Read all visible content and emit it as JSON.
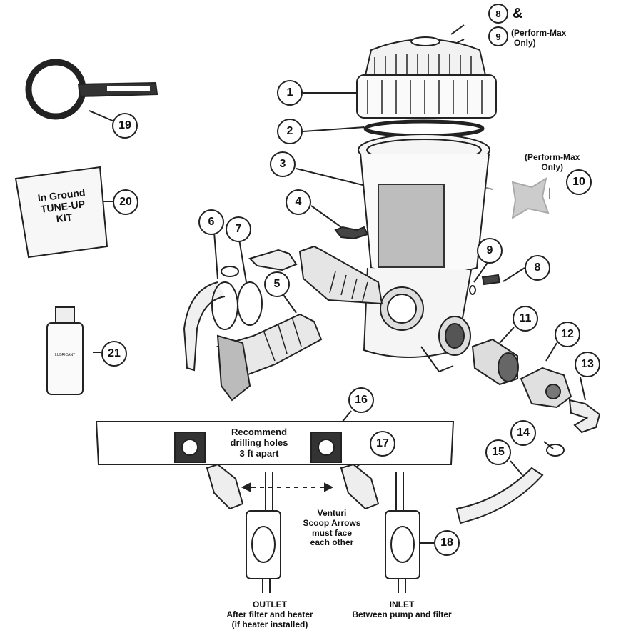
{
  "callouts": [
    "1",
    "2",
    "3",
    "4",
    "5",
    "6",
    "7",
    "8",
    "9",
    "10",
    "11",
    "12",
    "13",
    "14",
    "15",
    "16",
    "17",
    "18",
    "19",
    "20",
    "21"
  ],
  "top_note": {
    "amp": "&",
    "line1": "(Perform-Max",
    "line2": "Only)"
  },
  "part10_note": {
    "line1": "(Perform-Max",
    "line2": "Only)"
  },
  "kit": {
    "line1": "In Ground",
    "line2": "TUNE-UP",
    "line3": "KIT"
  },
  "recommend": {
    "line1": "Recommend",
    "line2": "drilling holes",
    "line3": "3 ft apart"
  },
  "venturi": {
    "line1": "Venturi",
    "line2": "Scoop Arrows",
    "line3": "must face",
    "line4": "each other"
  },
  "outlet": {
    "line1": "OUTLET",
    "line2": "After filter and heater",
    "line3": "(if heater installed)"
  },
  "inlet": {
    "line1": "INLET",
    "line2": "Between pump and filter"
  },
  "bottle": {
    "line1": "LUBRICANT"
  }
}
